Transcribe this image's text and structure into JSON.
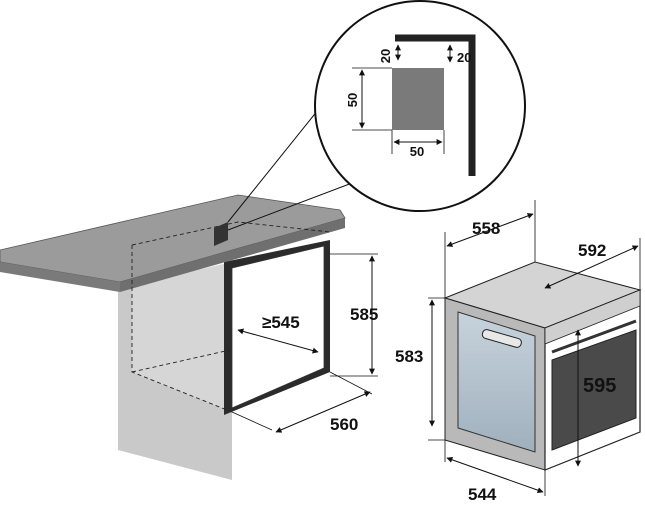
{
  "detail": {
    "dim_top_gap": "20",
    "dim_right_gap": "20",
    "dim_height": "50",
    "dim_width": "50"
  },
  "cabinet": {
    "dim_depth_min": "≥545",
    "dim_height": "585",
    "dim_width": "560"
  },
  "oven": {
    "dim_depth": "558",
    "dim_width": "592",
    "dim_body_height": "583",
    "dim_front_height": "595",
    "dim_body_width": "544"
  }
}
